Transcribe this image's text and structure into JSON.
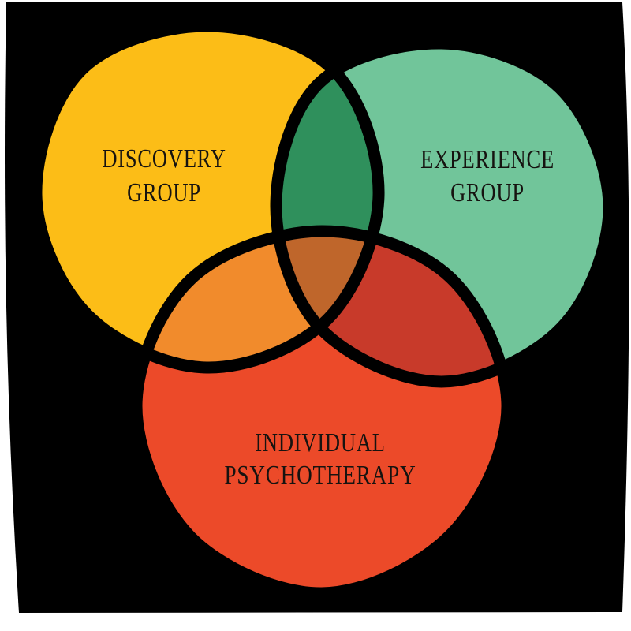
{
  "diagram": {
    "type": "venn-3-sets",
    "page_background": "#FFFFFF",
    "card_background": "#000000",
    "outline_color": "#000000",
    "outline_width": 15,
    "text_color": "#161310",
    "sets": [
      {
        "id": "discovery-group",
        "label_lines": [
          "DISCOVERY",
          "GROUP"
        ],
        "color": "#FCBD17"
      },
      {
        "id": "experience-group",
        "label_lines": [
          "EXPERIENCE",
          "GROUP"
        ],
        "color": "#71C59A"
      },
      {
        "id": "individual-psychotherapy",
        "label_lines": [
          "INDIVIDUAL",
          "PSYCHOTHERAPY"
        ],
        "color": "#EC4A29"
      }
    ],
    "overlaps": [
      {
        "id": "discovery-experience",
        "between": [
          "discovery-group",
          "experience-group"
        ],
        "color": "#2F905C"
      },
      {
        "id": "discovery-individual",
        "between": [
          "discovery-group",
          "individual-psychotherapy"
        ],
        "color": "#F18B2C"
      },
      {
        "id": "experience-individual",
        "between": [
          "experience-group",
          "individual-psychotherapy"
        ],
        "color": "#C83A2A"
      },
      {
        "id": "center-all-three",
        "between": [
          "discovery-group",
          "experience-group",
          "individual-psychotherapy"
        ],
        "color": "#BF662B"
      }
    ]
  }
}
